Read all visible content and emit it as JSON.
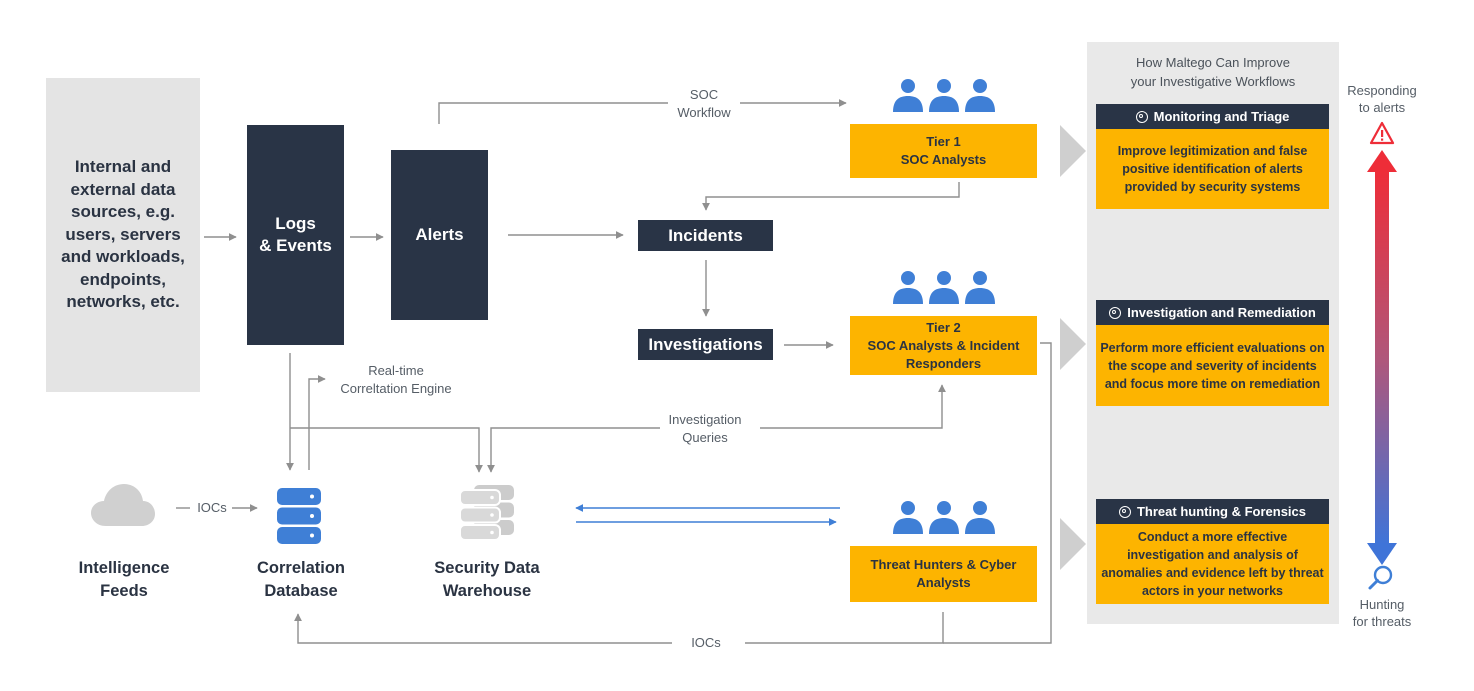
{
  "sources": {
    "text": "Internal and external data sources, e.g. users, servers and workloads, endpoints, networks, etc."
  },
  "logs": {
    "line1": "Logs",
    "line2": "& Events"
  },
  "alerts": {
    "label": "Alerts"
  },
  "incidents": {
    "label": "Incidents"
  },
  "investigations": {
    "label": "Investigations"
  },
  "flow_labels": {
    "soc_workflow_1": "SOC",
    "soc_workflow_2": "Workflow",
    "realtime_1": "Real-time",
    "realtime_2": "Correltation Engine",
    "queries_1": "Investigation",
    "queries_2": "Queries",
    "iocs_feed": "IOCs",
    "iocs_bottom": "IOCs"
  },
  "teams": {
    "tier1": {
      "line1": "Tier 1",
      "line2": "SOC Analysts"
    },
    "tier2": {
      "line1": "Tier 2",
      "line2": "SOC Analysts & Incident",
      "line3": "Responders"
    },
    "hunters": {
      "line1": "Threat Hunters & Cyber",
      "line2": "Analysts"
    }
  },
  "stores": {
    "feeds": {
      "line1": "Intelligence",
      "line2": "Feeds"
    },
    "correlation": {
      "line1": "Correlation",
      "line2": "Database"
    },
    "warehouse": {
      "line1": "Security Data",
      "line2": "Warehouse"
    }
  },
  "panel": {
    "title_line1": "How Maltego Can Improve",
    "title_line2": "your Investigative Workflows",
    "cards": [
      {
        "title": "Monitoring and Triage",
        "body": "Improve legitimization and false positive identification of alerts provided by security systems"
      },
      {
        "title": "Investigation and Remediation",
        "body": "Perform more efficient evaluations on the scope and severity of incidents and focus more time on remediation"
      },
      {
        "title": "Threat hunting & Forensics",
        "body": "Conduct a more effective investigation and analysis of anomalies and evidence left by threat actors in your networks"
      }
    ]
  },
  "scale": {
    "top_line1": "Responding",
    "top_line2": "to alerts",
    "bottom_line1": "Hunting",
    "bottom_line2": "for threats"
  },
  "colors": {
    "navy": "#293446",
    "gold": "#fdb400",
    "blue": "#3f7fd6",
    "grey": "#e4e4e4",
    "red": "#ee2d38",
    "gradient_blue": "#3f74d8"
  },
  "icons": [
    "people-icon",
    "database-icon",
    "servers-icon",
    "cloud-icon",
    "maltego-icon",
    "warning-icon",
    "search-icon"
  ]
}
